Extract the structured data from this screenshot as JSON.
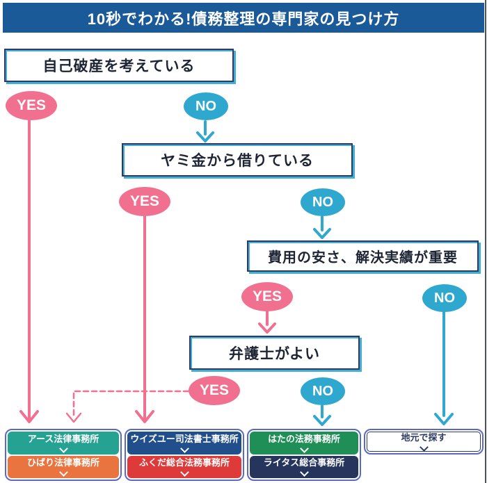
{
  "title": "10秒でわかる!債務整理の専門家の見つけ方",
  "labels": {
    "yes": "YES",
    "no": "NO"
  },
  "questions": [
    {
      "text": "自己破産を考えている"
    },
    {
      "text": "ヤミ金から借りている"
    },
    {
      "text": "費用の安さ、解決実績が重要"
    },
    {
      "text": "弁護士がよい"
    }
  ],
  "results": [
    {
      "name": "アース法律事務所",
      "color": "#26a293"
    },
    {
      "name": "ひばり法律事務所",
      "color": "#e97440"
    },
    {
      "name": "ウイズユー司法書士事務所",
      "color": "#204f8c"
    },
    {
      "name": "ふくだ総合法務事務所",
      "color": "#dd3a39"
    },
    {
      "name": "はたの法務事務所",
      "color": "#1f8f57"
    },
    {
      "name": "ライタス総合事務所",
      "color": "#25355c"
    },
    {
      "name": "地元で探す",
      "color": "#ffffff",
      "text_color": "#2c3a64"
    }
  ],
  "colors": {
    "pink": "#f2708f",
    "blue": "#2fa8cf",
    "cyan": "#3fb0d4",
    "title_blue": "#1b5a99",
    "navy_border": "#2e3a63",
    "indigo": "#5a68c8"
  }
}
